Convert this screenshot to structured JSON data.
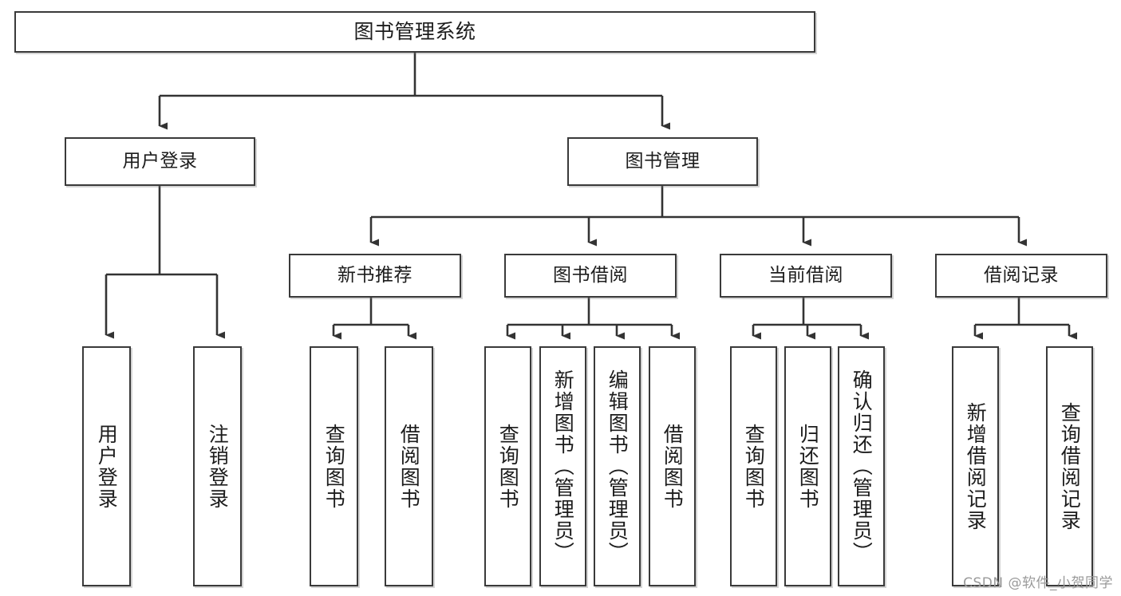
{
  "diagram": {
    "type": "tree",
    "title": "图书管理系统",
    "watermark": "CSDN @软件_小贺同学",
    "colors": {
      "box_border": "#3a3a3a",
      "box_fill": "#ffffff",
      "connector": "#333333",
      "text": "#1c1c1c",
      "watermark": "#9a9a9a"
    },
    "nodes": {
      "root": {
        "label": "图书管理系统"
      },
      "level2": [
        {
          "label": "用户登录"
        },
        {
          "label": "图书管理"
        }
      ],
      "level3": [
        {
          "label": "新书推荐"
        },
        {
          "label": "图书借阅"
        },
        {
          "label": "当前借阅"
        },
        {
          "label": "借阅记录"
        }
      ],
      "leaves_user_login": [
        {
          "label": "用户登录"
        },
        {
          "label": "注销登录"
        }
      ],
      "leaves_new_books": [
        {
          "label": "查询图书"
        },
        {
          "label": "借阅图书"
        }
      ],
      "leaves_borrow": [
        {
          "label": "查询图书"
        },
        {
          "label": "新增图书（管理员）"
        },
        {
          "label": "编辑图书（管理员）"
        },
        {
          "label": "借阅图书"
        }
      ],
      "leaves_current": [
        {
          "label": "查询图书"
        },
        {
          "label": "归还图书"
        },
        {
          "label": "确认归还（管理员）"
        }
      ],
      "leaves_records": [
        {
          "label": "新增借阅记录"
        },
        {
          "label": "查询借阅记录"
        }
      ]
    }
  }
}
